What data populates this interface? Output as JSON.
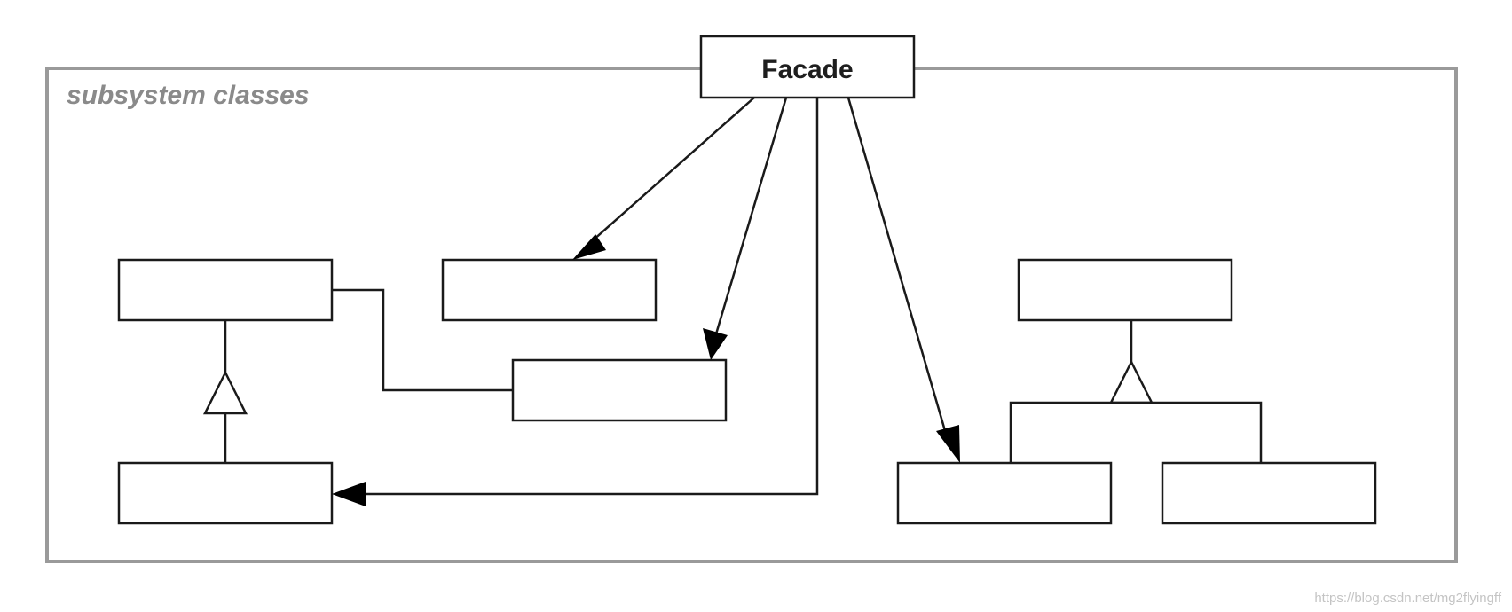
{
  "diagram": {
    "subsystem_label": "subsystem classes",
    "facade_label": "Facade",
    "watermark": "https://blog.csdn.net/mg2flyingff"
  },
  "colors": {
    "frame": "#9a9a9a",
    "box_stroke": "#1a1a1a",
    "arrowhead": "#000000",
    "subsystem_text": "#8a8a8a",
    "watermark_text": "#c4c4c4"
  }
}
